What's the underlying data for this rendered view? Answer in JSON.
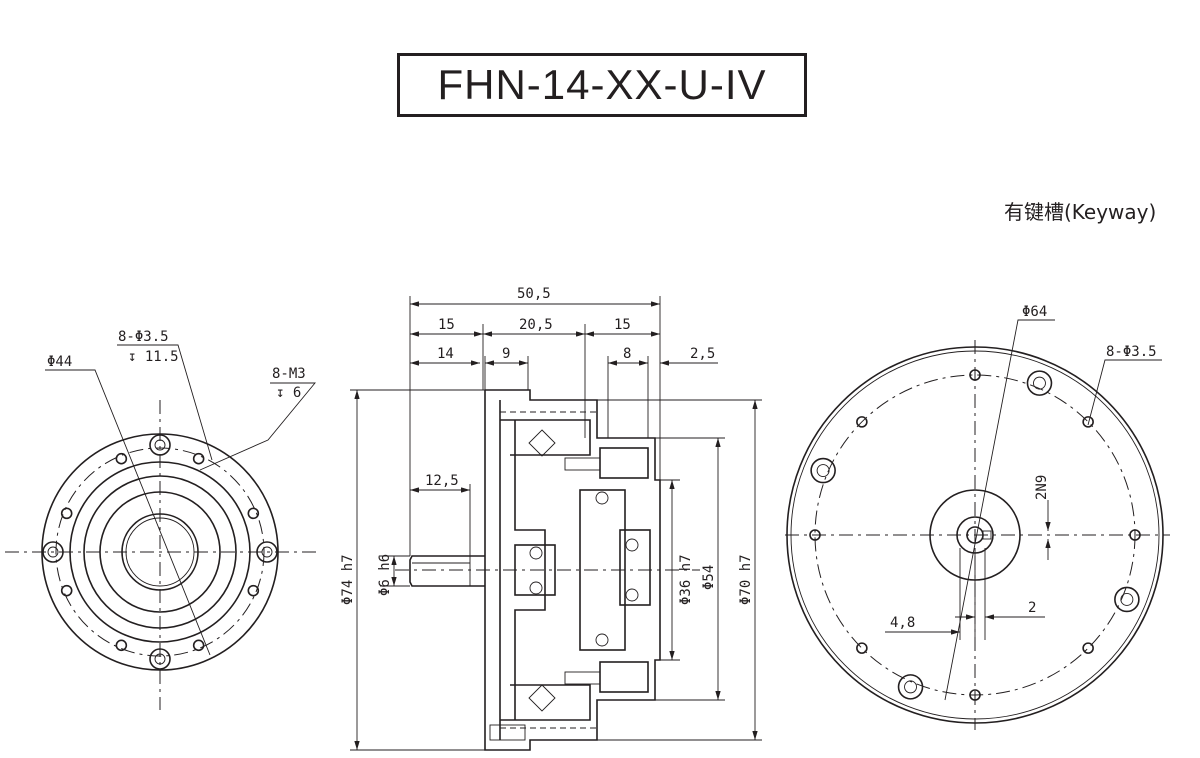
{
  "title": "FHN-14-XX-U-IV",
  "variant_label": "有键槽(Keyway)",
  "front_view": {
    "pcd_label": "Φ44",
    "through_holes_label": "8-Φ3.5",
    "through_holes_depth": "↧ 11.5",
    "tapped_holes_label": "8-M3",
    "tapped_holes_depth": "↧ 6"
  },
  "side_view": {
    "overall_length": "50,5",
    "seg1": "15",
    "seg2": "20,5",
    "seg3": "15",
    "sub1": "14",
    "sub2": "9",
    "sub3": "8",
    "sub4": "2,5",
    "shaft_length": "12,5",
    "outer_dia": "Φ74 h7",
    "shaft_dia": "Φ6 h6",
    "pilot_dia": "Φ36 h7",
    "mid_dia": "Φ54",
    "flange_dia": "Φ70 h7"
  },
  "rear_view": {
    "pcd_label": "Φ64",
    "holes_label": "8-Φ3.5",
    "keyway_width": "2N9",
    "key_height": "4,8",
    "key_depth": "2"
  }
}
